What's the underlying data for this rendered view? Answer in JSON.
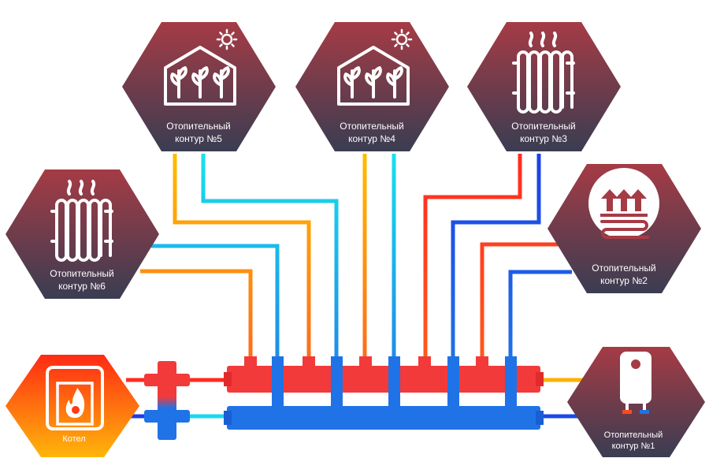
{
  "boiler": {
    "label": "Котел"
  },
  "circuits": [
    {
      "id": "c1",
      "line1": "Отопительный",
      "line2": "контур №1"
    },
    {
      "id": "c2",
      "line1": "Отопительный",
      "line2": "контур №2"
    },
    {
      "id": "c3",
      "line1": "Отопительный",
      "line2": "контур №3"
    },
    {
      "id": "c4",
      "line1": "Отопительный",
      "line2": "контур №4"
    },
    {
      "id": "c5",
      "line1": "Отопительный",
      "line2": "контур №5"
    },
    {
      "id": "c6",
      "line1": "Отопительный",
      "line2": "контур №6"
    }
  ],
  "colors": {
    "hex_top": "#a53b45",
    "hex_bottom": "#3a3d52",
    "boiler_top": "#ff2a14",
    "boiler_bottom": "#ffb60a",
    "hot_manifold": "#f23a3a",
    "cold_manifold": "#1f73e6",
    "supply_pipe": "#ff4a1a",
    "supply_pipe_warm": "#ffb000",
    "return_pipe": "#1c48e8",
    "return_pipe_light": "#18d8ee"
  }
}
